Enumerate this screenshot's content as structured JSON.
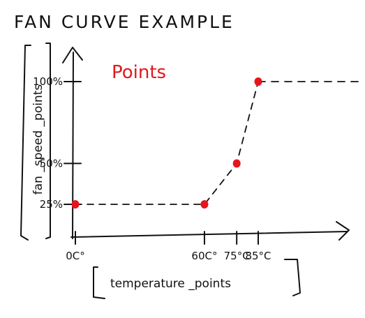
{
  "chart_data": {
    "type": "line",
    "title": "FAN CURVE EXAMPLE",
    "xlabel": "temperature _points",
    "ylabel": "fan _speed _points",
    "annotation": "Points",
    "x": [
      0,
      60,
      75,
      85
    ],
    "y": [
      25,
      25,
      50,
      100
    ],
    "x_tick_labels": [
      "0C°",
      "60C°",
      "75°C",
      "85°C"
    ],
    "y_tick_labels": [
      "25%",
      "50%",
      "100%"
    ],
    "y_ticks": [
      25,
      50,
      100
    ],
    "xlim": [
      0,
      85
    ],
    "ylim": [
      25,
      100
    ],
    "extends_right_at": 100,
    "line_style": "dashed",
    "point_color": "#e8141c",
    "line_color": "#111111",
    "grid": false,
    "legend": "none"
  }
}
